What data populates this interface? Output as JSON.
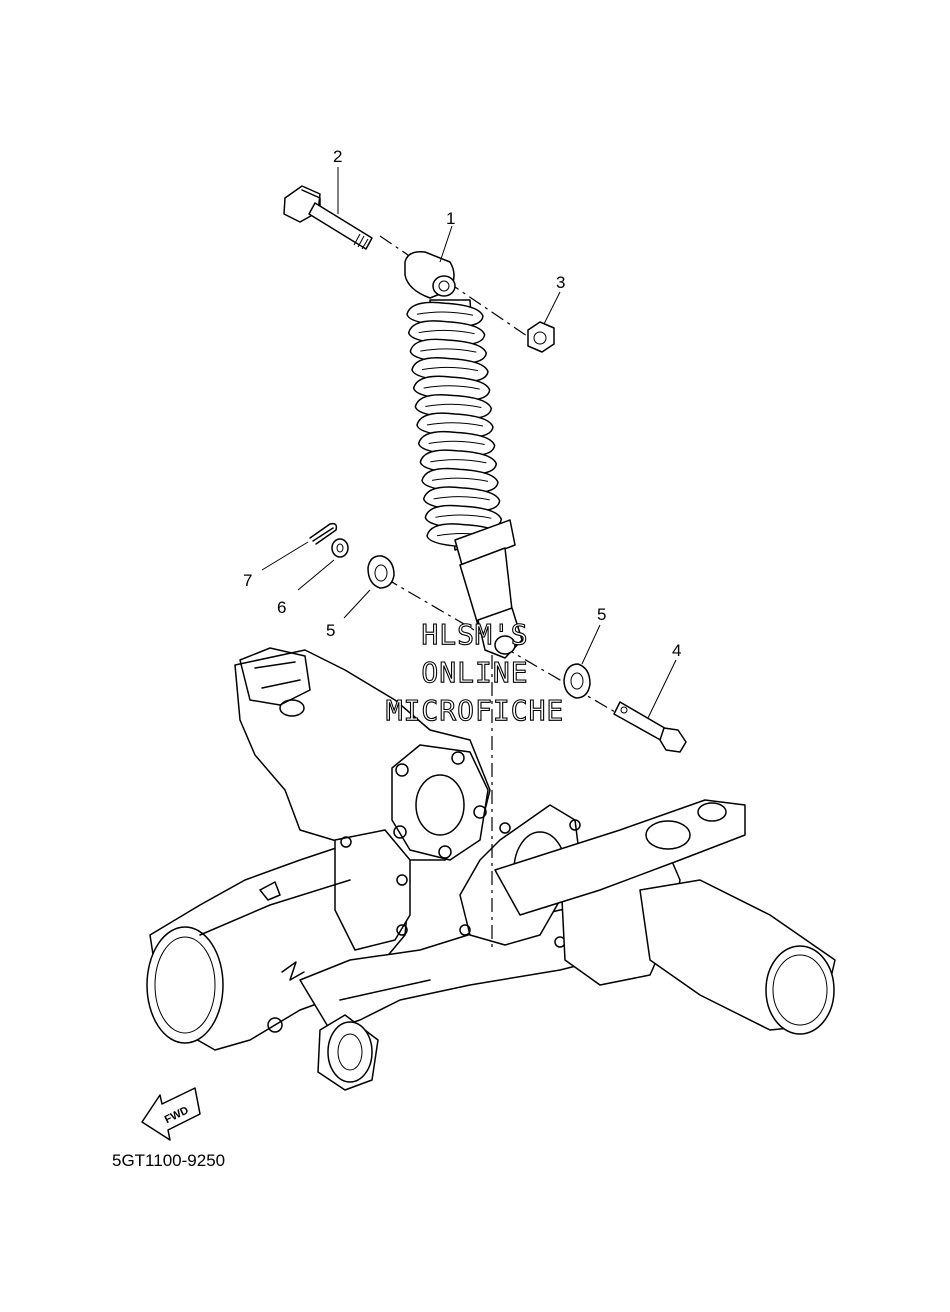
{
  "callouts": [
    {
      "id": "1",
      "label": "1"
    },
    {
      "id": "2",
      "label": "2"
    },
    {
      "id": "3",
      "label": "3"
    },
    {
      "id": "4",
      "label": "4"
    },
    {
      "id": "5a",
      "label": "5"
    },
    {
      "id": "5b",
      "label": "5"
    },
    {
      "id": "6",
      "label": "6"
    },
    {
      "id": "7",
      "label": "7"
    }
  ],
  "watermark": {
    "line1": "HLSM'S",
    "line2": "ONLINE",
    "line3": "MICROFICHE"
  },
  "fwd_label": "FWD",
  "diagram_code": "5GT1100-9250"
}
